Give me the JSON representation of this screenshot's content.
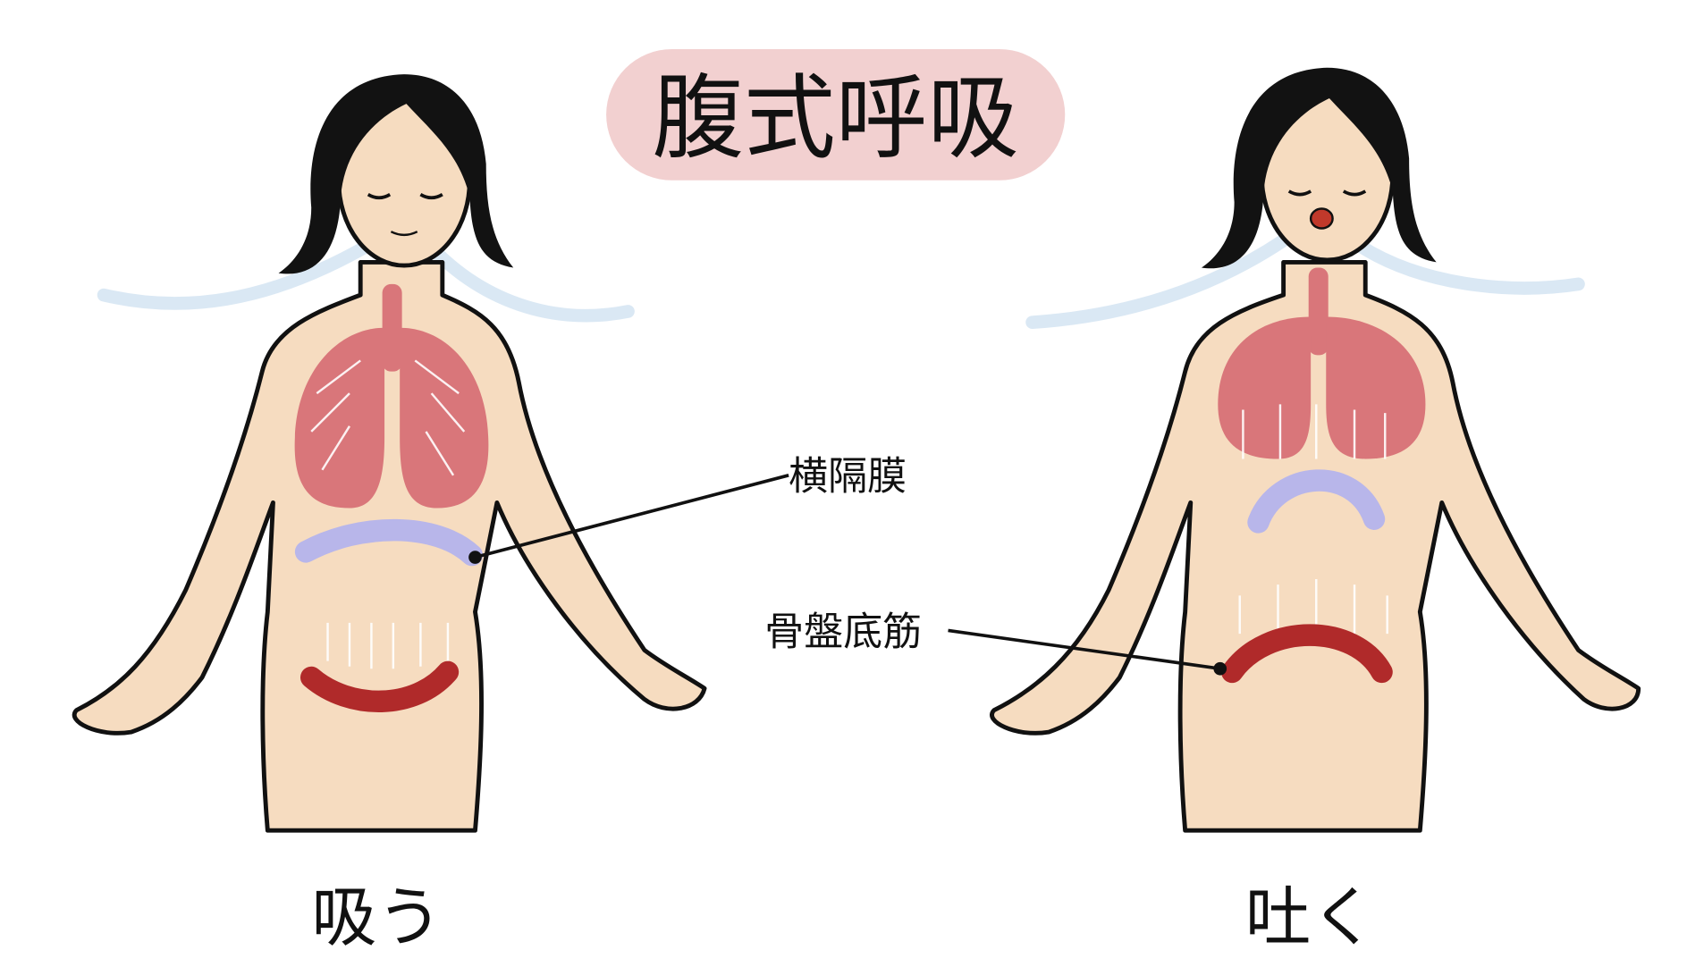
{
  "title": "腹式呼吸",
  "labels": {
    "diaphragm": "横隔膜",
    "pelvic_floor": "骨盤底筋"
  },
  "captions": {
    "inhale": "吸う",
    "exhale": "吐く"
  },
  "colors": {
    "title_bg": "#f2d0d0",
    "skin": "#f6dcc0",
    "lungs": "#d9767a",
    "diaphragm": "#b8b6ea",
    "pelvic_floor": "#b02a2a",
    "air": "#d6e6f3"
  }
}
